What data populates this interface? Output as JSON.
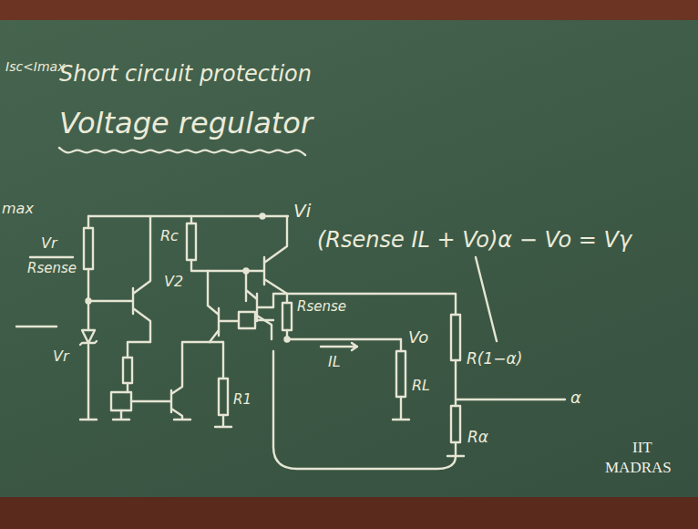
{
  "diagram": {
    "title": "Voltage regulator",
    "labels": [
      "Isc<Imax",
      "Short circuit protection",
      "max",
      "Vr",
      "Rsense",
      "Vi",
      "(Rsense IL + Vo)α − Vo = Vγ",
      "Rc",
      "V2",
      "Rsense",
      "Vo",
      "IL",
      "RL",
      "R(1−α)",
      "α",
      "Rα",
      "Vr",
      "R1",
      "IIT",
      "MADRAS"
    ]
  }
}
